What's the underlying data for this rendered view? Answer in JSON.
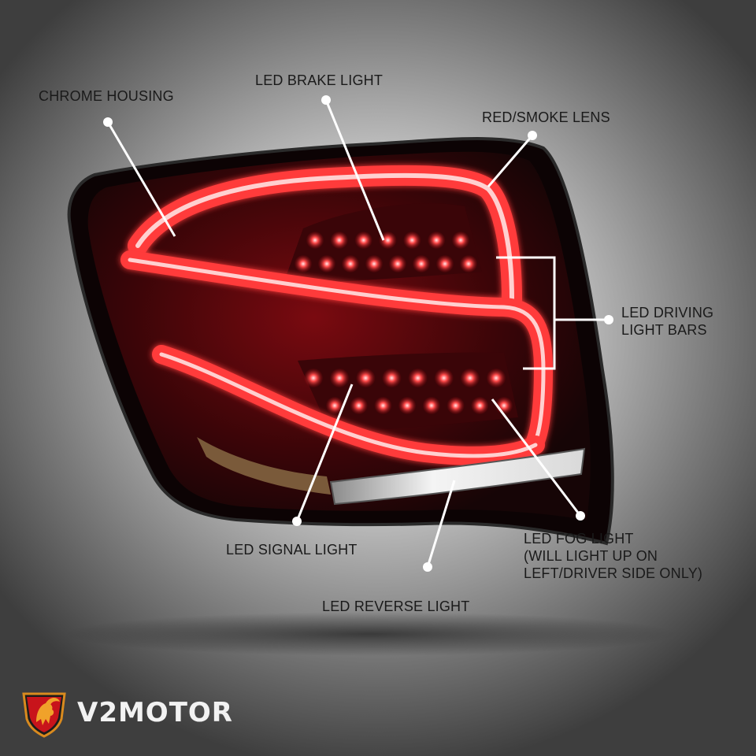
{
  "callouts": {
    "chrome_housing": "CHROME HOUSING",
    "led_brake_light": "LED BRAKE LIGHT",
    "red_smoke_lens": "RED/SMOKE LENS",
    "led_driving_light_bars": [
      "LED DRIVING",
      "LIGHT BARS"
    ],
    "led_signal_light": "LED SIGNAL LIGHT",
    "led_fog_light": [
      "LED FOG LIGHT",
      "(WILL LIGHT UP ON",
      "LEFT/DRIVER SIDE ONLY)"
    ],
    "led_reverse_light": "LED REVERSE LIGHT"
  },
  "brand": {
    "name": "V2MOTOR",
    "logo_icon": "lion-shield-icon"
  },
  "colors": {
    "lens_red": "#c8141b",
    "dark_housing": "#160506",
    "callout_line": "#ffffff"
  }
}
